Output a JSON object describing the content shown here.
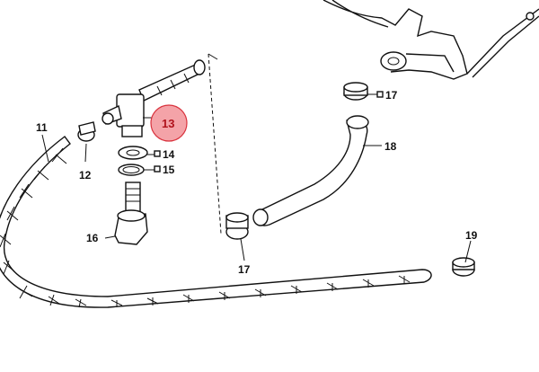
{
  "diagram": {
    "callouts": [
      {
        "id": "11",
        "label": "11"
      },
      {
        "id": "12",
        "label": "12"
      },
      {
        "id": "13",
        "label": "13",
        "highlighted": true
      },
      {
        "id": "14",
        "label": "14"
      },
      {
        "id": "15",
        "label": "15"
      },
      {
        "id": "16",
        "label": "16"
      },
      {
        "id": "17a",
        "label": "17"
      },
      {
        "id": "17b",
        "label": "17"
      },
      {
        "id": "18",
        "label": "18"
      },
      {
        "id": "19",
        "label": "19"
      }
    ],
    "colors": {
      "highlight_fill": "#f4a3a8",
      "highlight_stroke": "#d9323d",
      "line": "#111111",
      "background": "#ffffff"
    }
  }
}
